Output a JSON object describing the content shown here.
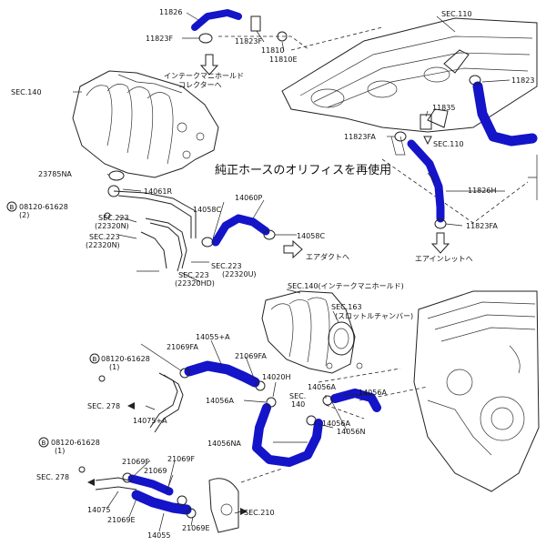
{
  "callout": "純正ホースのオリフィスを再使用",
  "labels": {
    "p11826": "11826",
    "p11823F_a": "11823F",
    "p11823F_b": "11823F",
    "p11810": "11810",
    "p11810E": "11810E",
    "sec110_top": "SEC.110",
    "intake_collector_1": "インテークマニホールド",
    "intake_collector_2": "コレクターへ",
    "p11823_right": "11823",
    "p11835": "11835",
    "p11823FA_a": "11823FA",
    "sec110_mid": "SEC.110",
    "sec140_top": "SEC.140",
    "p23785NA": "23785NA",
    "p14061R": "14061R",
    "bolt_top": "08120-61628",
    "bolt_top_qty": "(2)",
    "sec223_a": "SEC.223",
    "sec223_a2": "(22320N)",
    "sec223_b": "SEC.223",
    "sec223_b2": "(22320N)",
    "p14058C_a": "14058C",
    "p14060P": "14060P",
    "p14058C_b": "14058C",
    "sec223_c": "SEC.223",
    "sec223_c2": "(22320U)",
    "sec223_d": "SEC.223",
    "sec223_d2": "(22320HD)",
    "air_duct": "エアダクトへ",
    "p11826H": "11826H",
    "p11823FA_b": "11823FA",
    "air_inlet": "エアインレットへ",
    "sec140_bottom": "SEC.140(インテークマニホールド)",
    "sec163": "SEC.163",
    "throttle": "(スロットルチャンバー)",
    "p14055A": "14055+A",
    "p21069FA_a": "21069FA",
    "p21069FA_b": "21069FA",
    "bolt_mid": "08120-61628",
    "bolt_mid_qty": "(1)",
    "p14020H": "14020H",
    "p14056A_a": "14056A",
    "p14056A_b": "14056A",
    "p14056A_c": "14056A",
    "p14056A_d": "14056A",
    "sec140_mid": "SEC.",
    "sec140_mid2": "140",
    "sec278_a": "SEC. 278",
    "p14075A": "14075+A",
    "p14056NA": "14056NA",
    "p14056N": "14056N",
    "bolt_bot": "08120-61628",
    "bolt_bot_qty": "(1)",
    "p21069F_a": "21069F",
    "p21069F_b": "21069F",
    "p21069": "21069",
    "sec278_b": "SEC. 278",
    "p14075": "14075",
    "p21069E_a": "21069E",
    "p21069E_b": "21069E",
    "p14055": "14055",
    "sec210": "SEC.210"
  },
  "colors": {
    "hose": "#1414c8",
    "line": "#222222"
  },
  "icons": {
    "bolt": "bolt-b-circle-icon"
  }
}
